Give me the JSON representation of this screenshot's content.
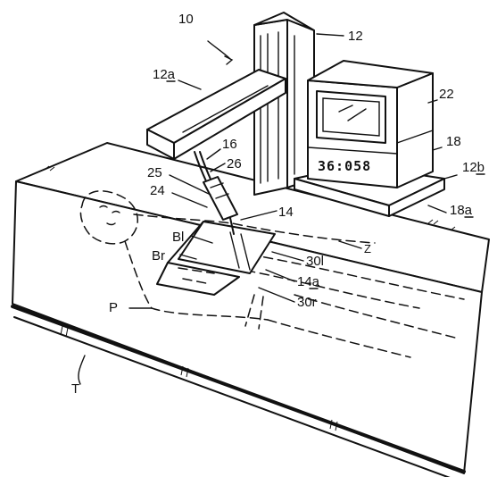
{
  "labels": {
    "system": "10",
    "column": "12",
    "arm": "12a",
    "base": "12b",
    "monitor": "22",
    "console": "18",
    "console_base": "18a",
    "cable": "16",
    "probe_a": "25",
    "probe_b": "26",
    "probe_c": "24",
    "holder": "14",
    "holder_plate": "14a",
    "left_region": "Bl",
    "right_region": "Br",
    "left_area": "30l",
    "right_area": "30r",
    "patient": "P",
    "table": "T",
    "axis": "Z"
  },
  "display_readout": "36:058",
  "colors": {
    "ink": "#111111",
    "paper": "#ffffff"
  }
}
